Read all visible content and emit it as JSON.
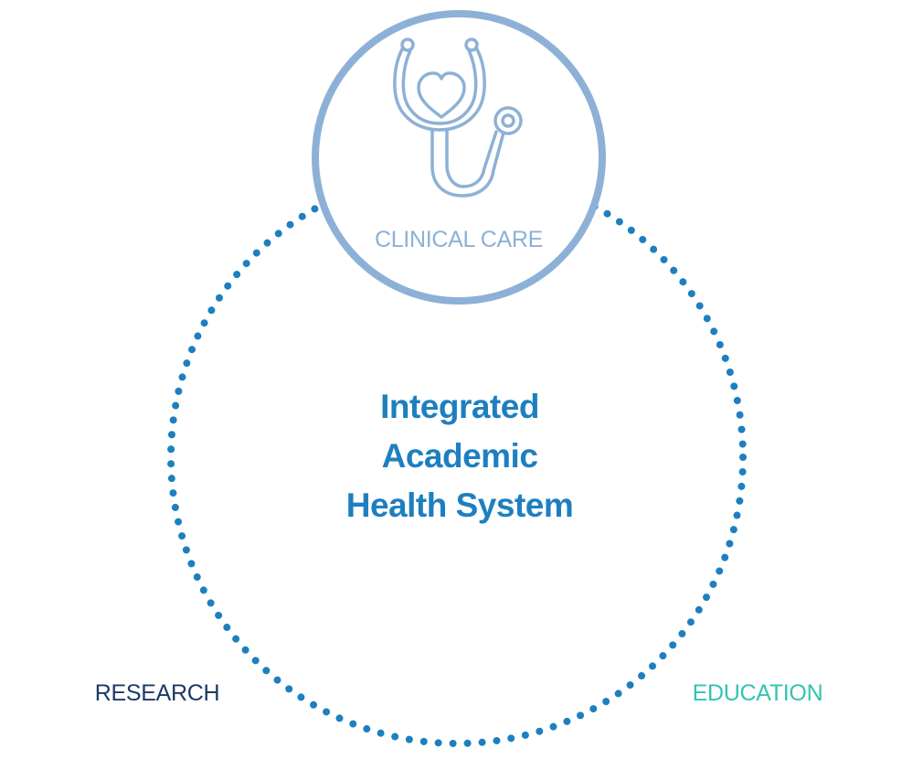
{
  "center": {
    "line1": "Integrated",
    "line2": "Academic",
    "line3": "Health System"
  },
  "nodes": [
    {
      "label": "CLINICAL CARE",
      "icon": "stethoscope-icon",
      "color": "#8db1d6"
    },
    {
      "label": "RESEARCH",
      "icon": "microscope-icon",
      "color": "#0f3466"
    },
    {
      "label": "EDUCATION",
      "icon": "graduation-cap-icon",
      "color": "#33c4b1"
    }
  ],
  "colors": {
    "center_text": "#1e7fc0",
    "dotted_ring": "#1e7fc0"
  }
}
